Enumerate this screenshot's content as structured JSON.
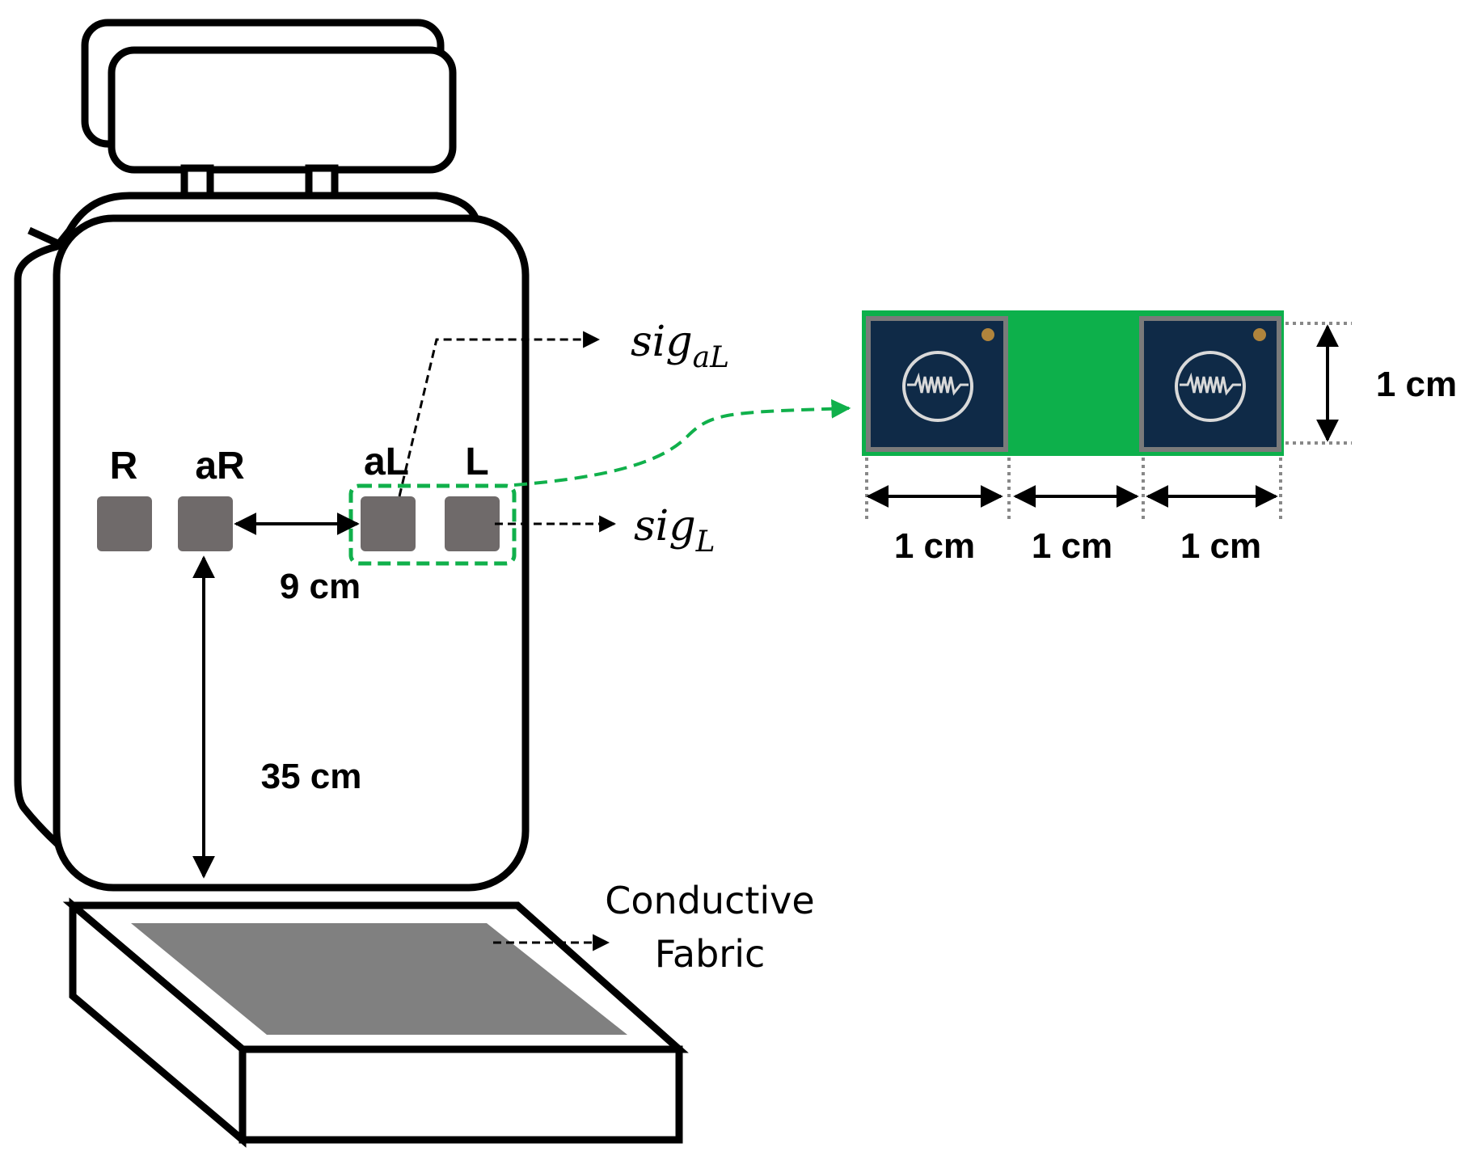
{
  "electrodes": {
    "R": "R",
    "aR": "aR",
    "aL": "aL",
    "L": "L"
  },
  "signals": {
    "aL": {
      "base": "sig",
      "sub": "aL"
    },
    "L": {
      "base": "sig",
      "sub": "L"
    }
  },
  "dimensions": {
    "spacing": "9 cm",
    "height": "35 cm",
    "electrode_size": "1 cm",
    "gap": "1 cm",
    "electrode_width_right": "1 cm",
    "electrode_height": "1 cm"
  },
  "fabric": {
    "line1": "Conductive",
    "line2": "Fabric"
  },
  "colors": {
    "outline": "#000000",
    "electrode": "#6f6a6a",
    "highlight": "#10b04b",
    "sensor_board": "#0db04b",
    "sensor_chip": "#0f2a47",
    "fabric": "#808080"
  }
}
